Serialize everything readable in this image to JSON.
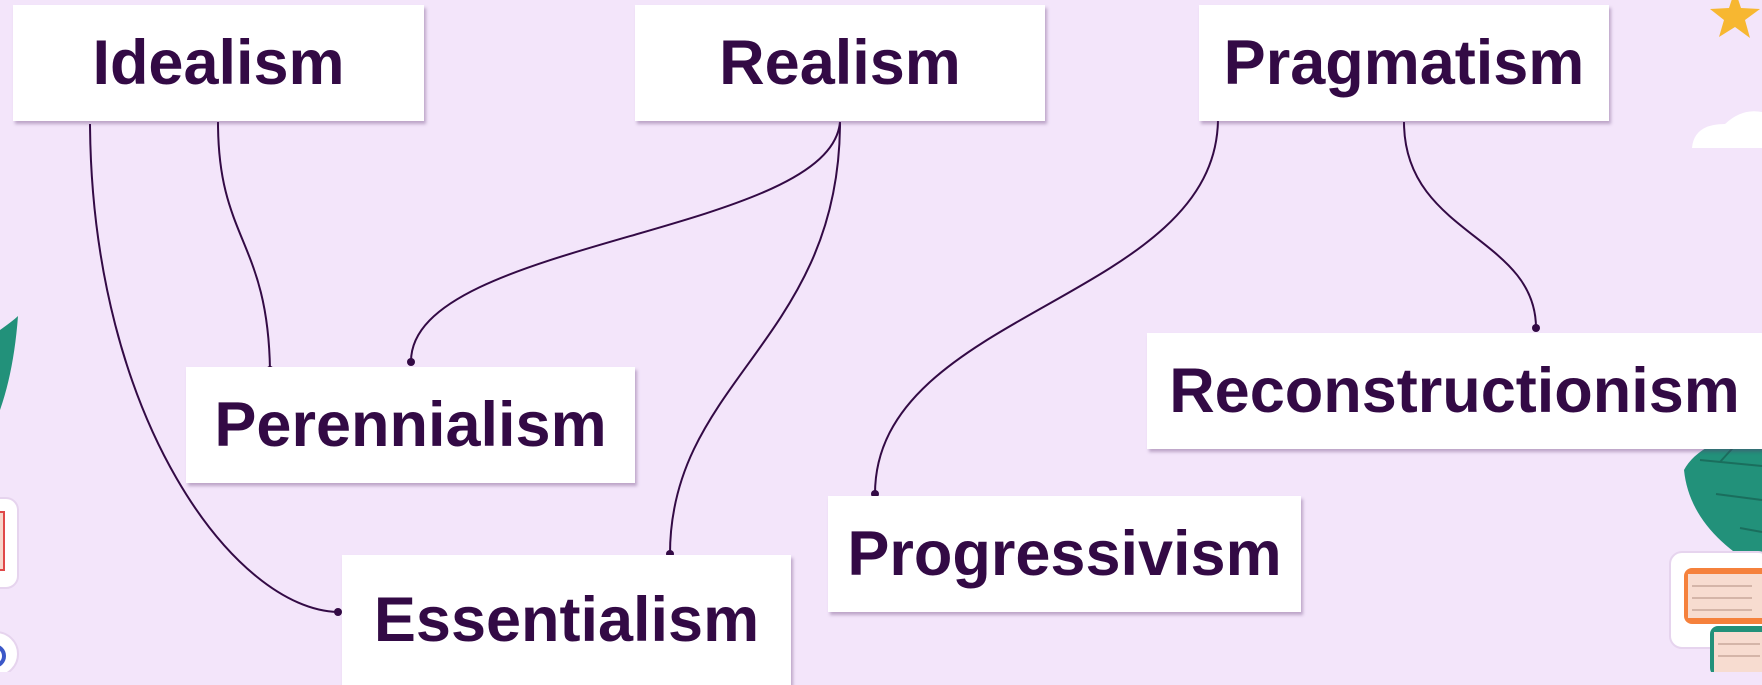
{
  "nodes": {
    "idealism": "Idealism",
    "realism": "Realism",
    "pragmatism": "Pragmatism",
    "perennialism": "Perennialism",
    "essentialism": "Essentialism",
    "progressivism": "Progressivism",
    "reconstructionism": "Reconstructionism"
  },
  "edges": [
    {
      "from": "idealism",
      "to": "perennialism"
    },
    {
      "from": "idealism",
      "to": "essentialism"
    },
    {
      "from": "realism",
      "to": "perennialism"
    },
    {
      "from": "realism",
      "to": "essentialism"
    },
    {
      "from": "pragmatism",
      "to": "progressivism"
    },
    {
      "from": "pragmatism",
      "to": "reconstructionism"
    }
  ],
  "colors": {
    "background": "#f3e5fa",
    "text": "#330a45",
    "line": "#330a45",
    "node_fill": "#ffffff"
  }
}
